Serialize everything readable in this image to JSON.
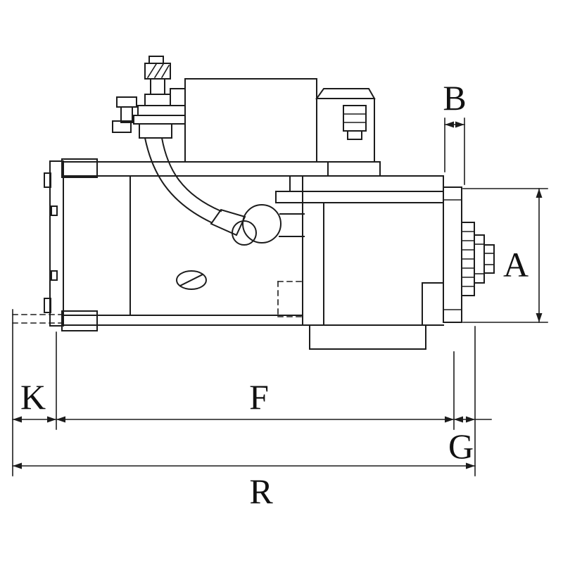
{
  "drawing": {
    "type": "technical-dimension-drawing",
    "background": "#ffffff",
    "line_color": "#1c1c1c"
  },
  "labels": {
    "A": "A",
    "B": "B",
    "K": "K",
    "F": "F",
    "G": "G",
    "R": "R"
  }
}
